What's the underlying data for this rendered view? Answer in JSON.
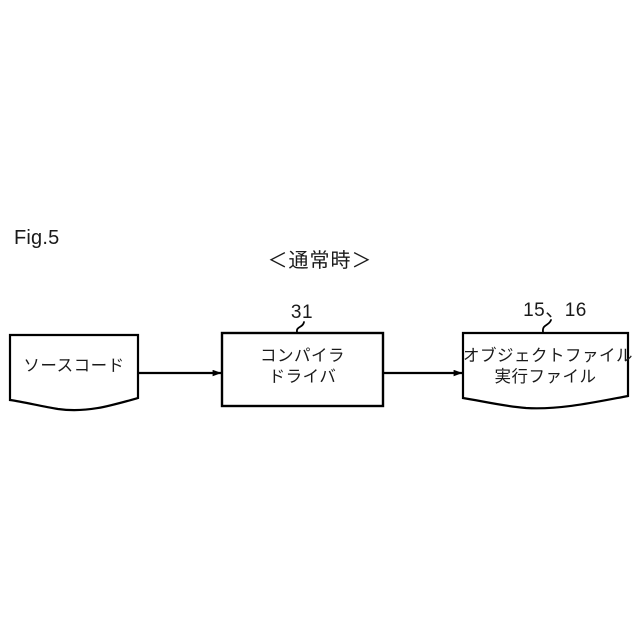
{
  "figure": {
    "label": "Fig.5",
    "title": "＜通常時＞"
  },
  "diagram": {
    "type": "flowchart",
    "orientation": "left-to-right",
    "nodes": [
      {
        "id": "source-code",
        "shape": "document",
        "label": "ソースコード",
        "lines": [
          "ソースコード"
        ],
        "reference_numeral": null
      },
      {
        "id": "compiler-driver",
        "shape": "rectangle",
        "label": "コンパイラ ドライバ",
        "lines": [
          "コンパイラ",
          "ドライバ"
        ],
        "reference_numeral": "31"
      },
      {
        "id": "output-file",
        "shape": "document",
        "label": "オブジェクトファイル 実行ファイル",
        "lines": [
          "オブジェクトファイル",
          "実行ファイル"
        ],
        "reference_numeral": "15、16"
      }
    ],
    "edges": [
      {
        "id": "edge-source-to-compiler",
        "from": "source-code",
        "to": "compiler-driver",
        "arrow": "single"
      },
      {
        "id": "edge-compiler-to-output",
        "from": "compiler-driver",
        "to": "output-file",
        "arrow": "single"
      }
    ]
  },
  "colors": {
    "stroke": "#000000",
    "background": "#ffffff",
    "text": "#1a1a1a"
  }
}
